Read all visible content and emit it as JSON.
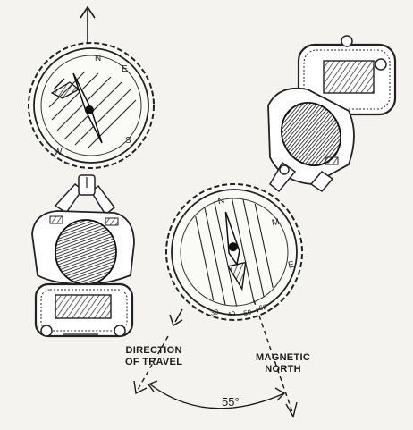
{
  "compass_top": {
    "letters": [
      "N",
      "E",
      "S",
      "W"
    ]
  },
  "compass_main": {
    "letters": [
      "N",
      "M",
      "E"
    ],
    "scale": [
      "30",
      "40",
      "50",
      "60"
    ]
  },
  "labels": {
    "direction_line1": "DIRECTION",
    "direction_line2": "OF TRAVEL",
    "magnetic_line1": "MAGNETIC",
    "magnetic_line2": "NORTH",
    "angle": "55°"
  }
}
